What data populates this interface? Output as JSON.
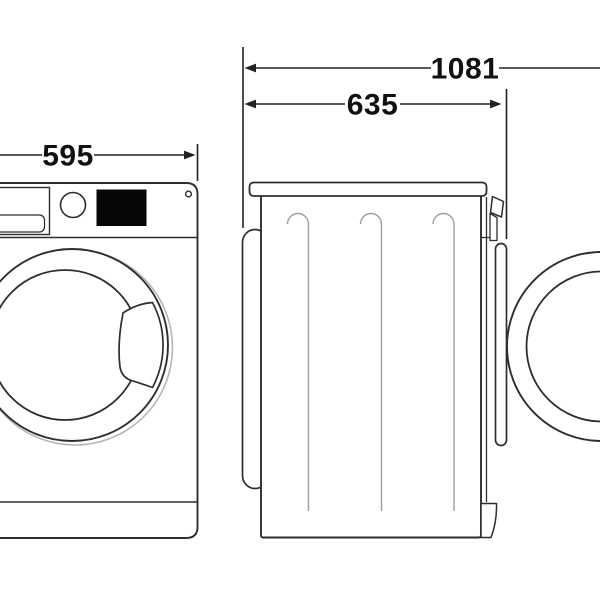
{
  "diagram": {
    "kind": "appliance dimension drawing",
    "subject": "washing machine front and side views",
    "unit_values": [
      "595",
      "635",
      "1081"
    ]
  },
  "front_view": {
    "label": "front view",
    "width_dimension": "595"
  },
  "side_view": {
    "label": "side view, door open",
    "depth_dimension": "635",
    "depth_with_door_dimension": "1081"
  },
  "palette": {
    "background": "#ffffff",
    "outline": "#2e2e2e",
    "ridge_gray": "#9e9e9e",
    "shadow_gray": "#b6b6b6",
    "display_fill": "#060606",
    "dimension_text": "#111111"
  }
}
